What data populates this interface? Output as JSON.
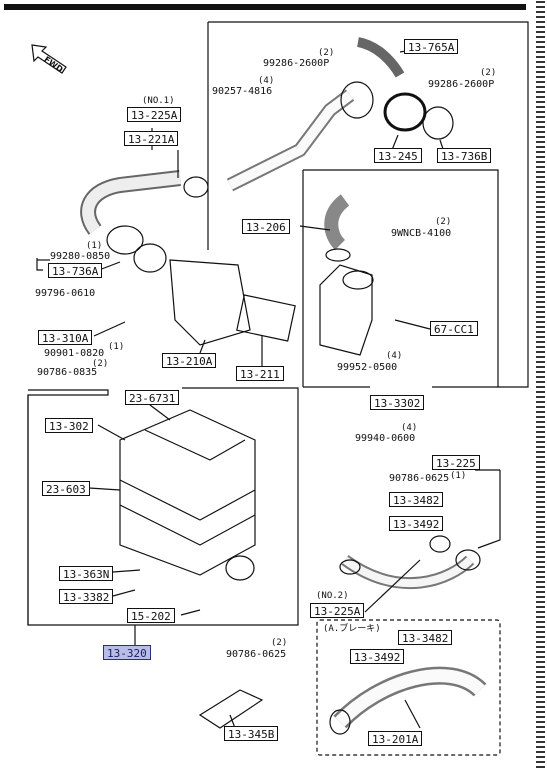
{
  "direction_label": "FWD",
  "panels": {
    "upper_right": "upper-right-assembly",
    "air_cleaner": "air-cleaner-assembly",
    "variant_a": "variant-a-assembly"
  },
  "labels": {
    "p13765A": "13-765A",
    "p13225A_top": "13-225A",
    "p13221A": "13-221A",
    "p13245": "13-245",
    "p13736B": "13-736B",
    "p13206": "13-206",
    "p13736A": "13-736A",
    "p13310A": "13-310A",
    "p13210A": "13-210A",
    "p13211": "13-211",
    "p67CC1": "67-CC1",
    "p133302": "13-3302",
    "p236731": "23-6731",
    "p13302": "13-302",
    "p23603": "23-603",
    "p13225": "13-225",
    "p133482": "13-3482",
    "p133492": "13-3492",
    "p13363N": "13-363N",
    "p133382": "13-3382",
    "p15202": "15-202",
    "p13225A_bottom": "13-225A",
    "p13320": "13-320",
    "p133482b": "13-3482",
    "p133492b": "13-3492",
    "p13201A": "13-201A",
    "p13345B": "13-345B"
  },
  "bolt_numbers": {
    "b99286_2600P_a": "99286-2600P",
    "b99286_2600P_b": "99286-2600P",
    "b90257_4816": "90257-4816",
    "b9WNCB_4100": "9WNCB-4100",
    "b99280_0850": "99280-0850",
    "b99796_0610": "99796-0610",
    "b90901_0820": "90901-0820",
    "b90786_0835": "90786-0835",
    "b99952_0500": "99952-0500",
    "b99940_0600": "99940-0600",
    "b90786_0625_a": "90786-0625",
    "b90786_0625_b": "90786-0625"
  },
  "quantities": {
    "q2_a": "(2)",
    "q2_b": "(2)",
    "q4_a": "(4)",
    "q2_c": "(2)",
    "q1_a": "(1)",
    "q1_b": "(1)",
    "q2_d": "(2)",
    "q4_b": "(4)",
    "q4_c": "(4)",
    "q1_c": "(1)",
    "q2_e": "(2)"
  },
  "notes": {
    "no1": "(NO.1)",
    "no2": "(NO.2)",
    "variant_a": "(A.ブレーキ)"
  }
}
